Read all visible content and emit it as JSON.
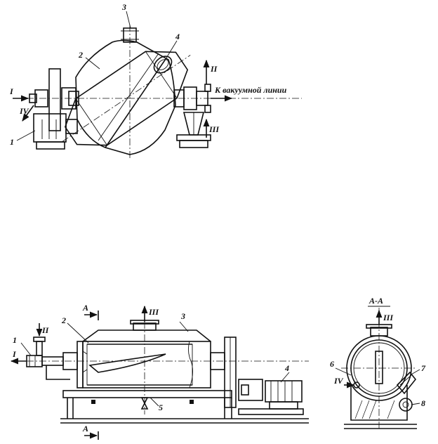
{
  "figure_top": {
    "labels": {
      "part_1": "1",
      "part_2": "2",
      "part_3": "3",
      "part_4": "4",
      "flow_I": "I",
      "flow_II": "II",
      "flow_III": "III",
      "flow_IV": "IV",
      "vacuum_line": "К вакуумной  линии"
    }
  },
  "figure_bottom": {
    "labels": {
      "part_1": "1",
      "part_2": "2",
      "part_3": "3",
      "part_4": "4",
      "part_5": "5",
      "flow_I": "I",
      "flow_II": "II",
      "flow_III": "III",
      "section_mark_top": "А",
      "section_mark_bottom": "А"
    }
  },
  "figure_section": {
    "labels": {
      "section_title": "А-А",
      "part_6": "6",
      "part_7": "7",
      "part_8": "8",
      "flow_III": "III",
      "flow_IV": "IV"
    }
  }
}
